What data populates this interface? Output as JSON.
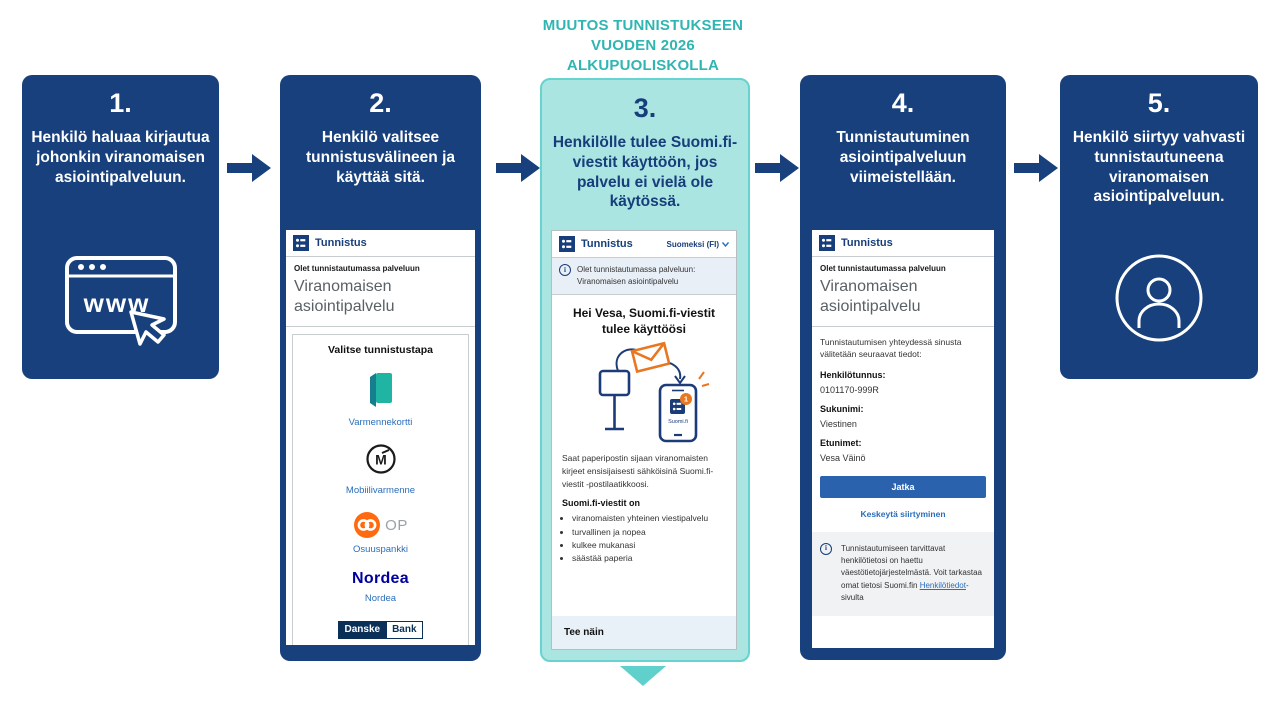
{
  "banner": {
    "lines": [
      "MUUTOS TUNNISTUKSEEN",
      "VUODEN 2026",
      "ALKUPUOLISKOLLA"
    ]
  },
  "steps": [
    {
      "number": "1.",
      "text": "Henkilö haluaa kirjautua johonkin viranomaisen asiointipalveluun.",
      "icon_text": "www"
    },
    {
      "number": "2.",
      "text": "Henkilö valitsee tunnistusvälineen ja käyttää sitä."
    },
    {
      "number": "3.",
      "text": "Henkilölle tulee Suomi.fi-viestit käyttöön, jos palvelu ei vielä ole käytössä."
    },
    {
      "number": "4.",
      "text": "Tunnistautuminen asiointipalveluun viimeistellään."
    },
    {
      "number": "5.",
      "text": "Henkilö siirtyy vahvasti tunnistautuneena viranomaisen asiointipalveluun."
    }
  ],
  "screen2": {
    "brand": "Tunnistus",
    "subtitle": "Olet tunnistautumassa palveluun",
    "service": "Viranomaisen asiointipalvelu",
    "chooser_title": "Valitse tunnistustapa",
    "methods": [
      {
        "label": "Varmennekortti"
      },
      {
        "label": "Mobiilivarmenne",
        "logo_text": "M"
      },
      {
        "label": "Osuuspankki",
        "logo_text": "OP"
      },
      {
        "label": "Nordea",
        "logo_text": "Nordea"
      },
      {
        "label": "Danske Bank",
        "logo_left": "Danske",
        "logo_right": "Bank"
      }
    ]
  },
  "screen3": {
    "brand": "Tunnistus",
    "language": "Suomeksi (FI)",
    "info_line1": "Olet tunnistautumassa palveluun:",
    "info_line2": "Viranomaisen asiointipalvelu",
    "heading": "Hei Vesa, Suomi.fi-viestit tulee käyttöösi",
    "badge": "1",
    "phone_label": "Suomi.fi",
    "body": "Saat paperipostin sijaan viranomaisten kirjeet ensisijaisesti sähköisinä Suomi.fi-viestit -postilaatikkoosi.",
    "list_title": "Suomi.fi-viestit on",
    "bullets": [
      "viranomaisten yhteinen viestipalvelu",
      "turvallinen ja nopea",
      "kulkee mukanasi",
      "säästää paperia"
    ],
    "footer": "Tee näin"
  },
  "screen4": {
    "brand": "Tunnistus",
    "subtitle": "Olet tunnistautumassa palveluun",
    "service": "Viranomaisen asiointipalvelu",
    "intro": "Tunnistautumisen yhteydessä sinusta välitetään seuraavat tiedot:",
    "fields": [
      {
        "label": "Henkilötunnus:",
        "value": "0101170-999R"
      },
      {
        "label": "Sukunimi:",
        "value": "Viestinen"
      },
      {
        "label": "Etunimet:",
        "value": "Vesa Väinö"
      }
    ],
    "button": "Jatka",
    "cancel": "Keskeytä siirtyminen",
    "note_before": "Tunnistautumiseen tarvittavat henkilötietosi on haettu väestötietojärjestelmästä. Voit tarkastaa omat tietosi Suomi.fin ",
    "note_link": "Henkilötiedot",
    "note_after": "-sivulta"
  },
  "icons": {
    "info": "i"
  },
  "colors": {
    "card_navy": "#18407C",
    "teal_accent": "#2FB5B2",
    "teal_card_bg": "#AAE5E2",
    "teal_card_border": "#66D3CE",
    "suomifi_blue": "#2A6EBB",
    "suomifi_navy": "#173D7A",
    "button_blue": "#2B62AD",
    "op_orange": "#FF6A10",
    "nordea_blue": "#0000A0",
    "envelope_orange": "#E87722"
  }
}
